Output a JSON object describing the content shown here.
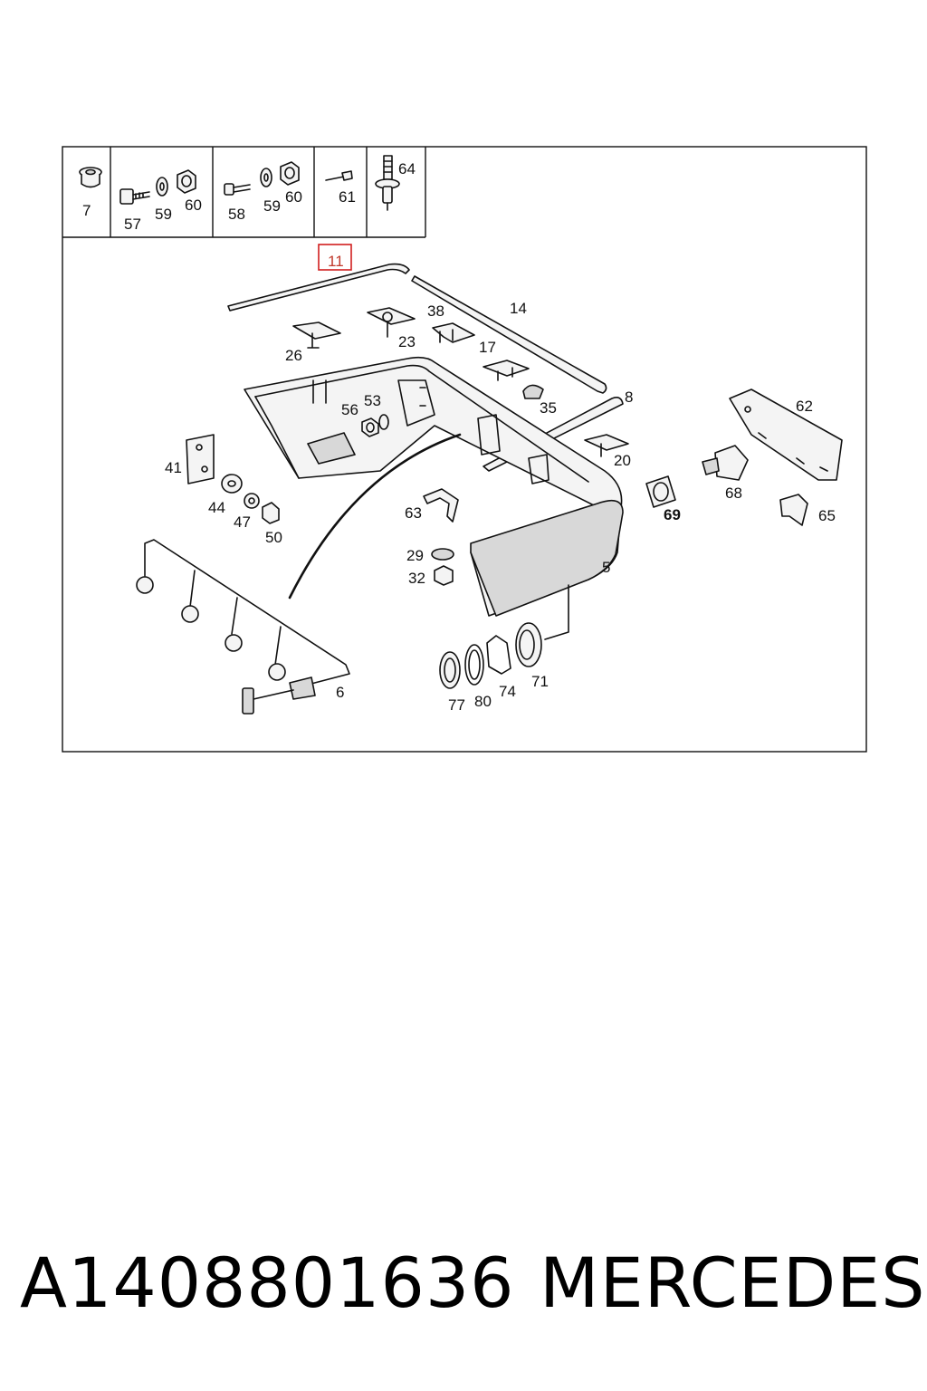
{
  "diagram": {
    "labels": {
      "l7": "7",
      "l57": "57",
      "l59a": "59",
      "l60a": "60",
      "l58": "58",
      "l59b": "59",
      "l60b": "60",
      "l61": "61",
      "l64": "64",
      "l11": "11",
      "l14": "14",
      "l38": "38",
      "l26": "26",
      "l23": "23",
      "l17": "17",
      "l56": "56",
      "l53": "53",
      "l35": "35",
      "l8": "8",
      "l62": "62",
      "l41": "41",
      "l20": "20",
      "l68": "68",
      "l69": "69",
      "l44": "44",
      "l47": "47",
      "l50": "50",
      "l63": "63",
      "l65": "65",
      "l29": "29",
      "l32": "32",
      "l5": "5",
      "l6": "6",
      "l77": "77",
      "l80": "80",
      "l74": "74",
      "l71": "71"
    },
    "highlighted_part": "11"
  },
  "footer": {
    "part_number": "A1408801636",
    "brand": "MERCEDES"
  }
}
